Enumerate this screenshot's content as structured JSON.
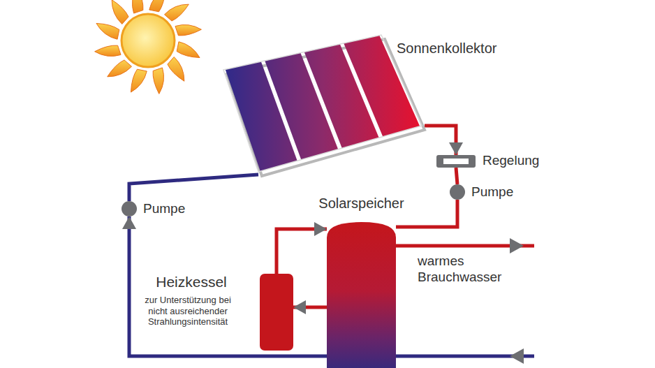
{
  "diagram": {
    "nodes": [
      {
        "text": [
          "Sonnenkollektor"
        ]
      },
      {
        "text": [
          "Regelung"
        ]
      },
      {
        "text": [
          "Pumpe"
        ]
      },
      {
        "text": [
          "Pumpe"
        ]
      },
      {
        "text": [
          "Solarspeicher"
        ]
      },
      {
        "text": [
          "Heizkessel",
          "zur Unterstützung bei nicht ausreichender Strahlungsintensität"
        ]
      }
    ],
    "edges": [
      {
        "from": 0,
        "to": 1,
        "arrow": "to"
      },
      {
        "from": 1,
        "to": 2,
        "arrow": "none"
      },
      {
        "from": 2,
        "to": 4,
        "arrow": "none"
      },
      {
        "from": 4,
        "to": 5,
        "arrow": "to"
      },
      {
        "from": 5,
        "to": 4,
        "arrow": "to"
      },
      {
        "from": 4,
        "to": 3,
        "arrow": "to"
      },
      {
        "from": 3,
        "to": 0,
        "arrow": "none"
      }
    ],
    "labels": [
      "warmes Brauchwasser"
    ]
  }
}
